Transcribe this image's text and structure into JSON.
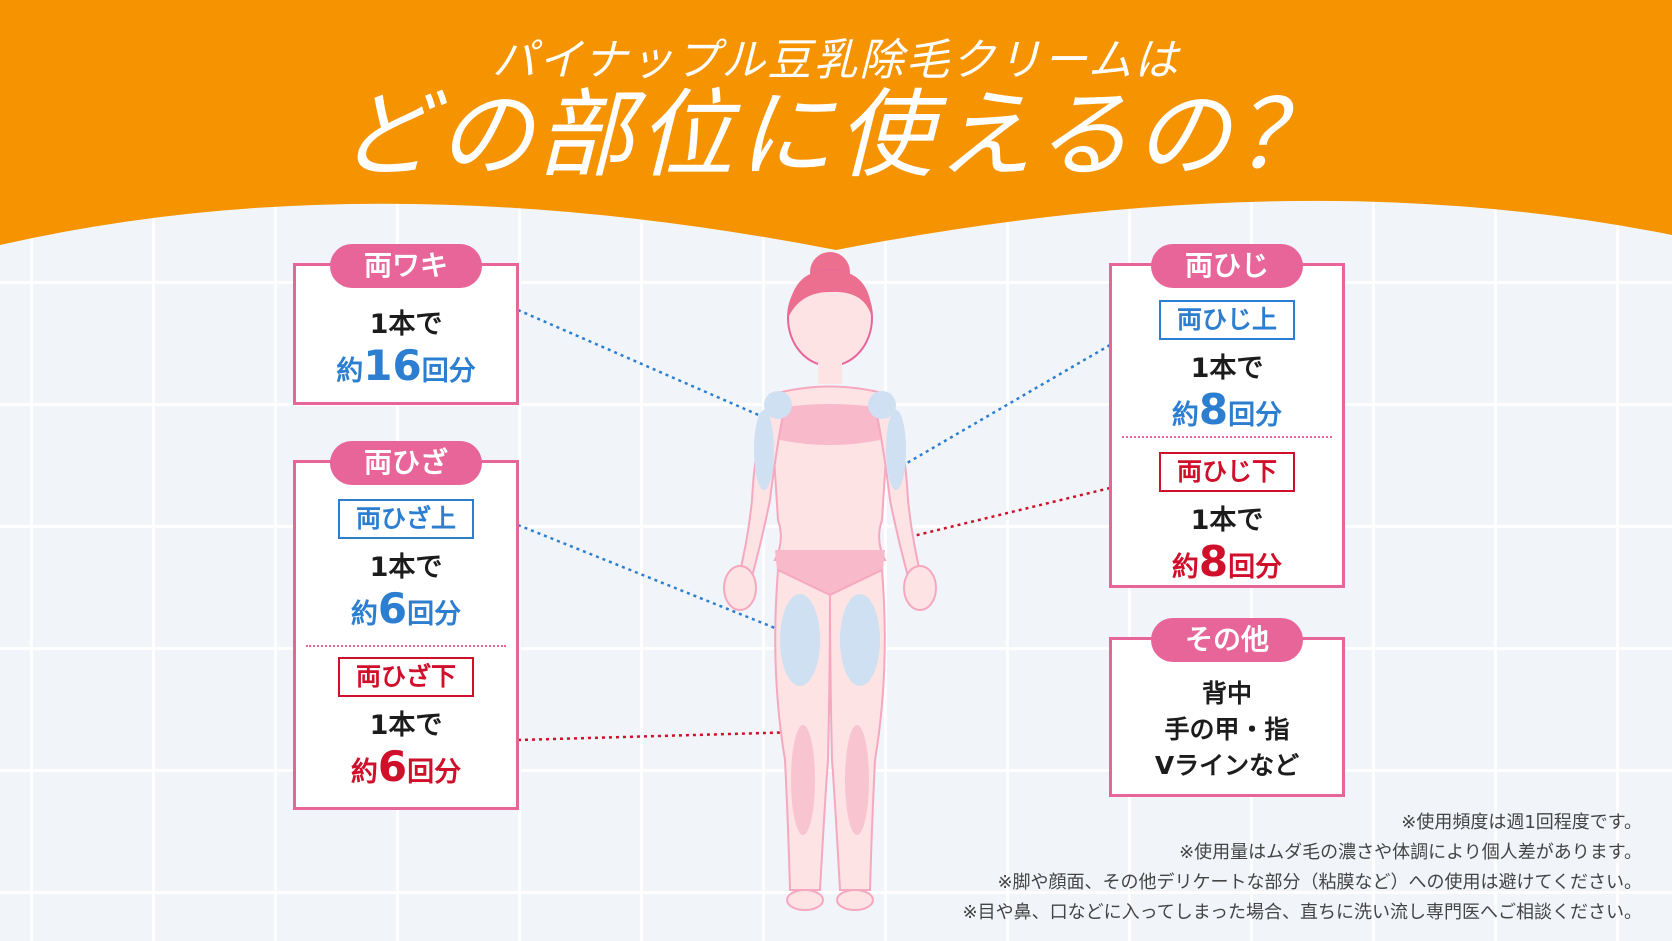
{
  "title": {
    "subtitle": "パイナップル豆乳除毛クリームは",
    "main": "どの部位に使えるの？"
  },
  "cards": {
    "armpit": {
      "tag": "両ワキ",
      "line1": "1本で",
      "prefix": "約",
      "number": "16",
      "suffix": "回分"
    },
    "knee": {
      "tag": "両ひざ",
      "upper": {
        "label": "両ひざ上",
        "line1": "1本で",
        "prefix": "約",
        "number": "6",
        "suffix": "回分"
      },
      "lower": {
        "label": "両ひざ下",
        "line1": "1本で",
        "prefix": "約",
        "number": "6",
        "suffix": "回分"
      }
    },
    "elbow": {
      "tag": "両ひじ",
      "upper": {
        "label": "両ひじ上",
        "line1": "1本で",
        "prefix": "約",
        "number": "8",
        "suffix": "回分"
      },
      "lower": {
        "label": "両ひじ下",
        "line1": "1本で",
        "prefix": "約",
        "number": "8",
        "suffix": "回分"
      }
    },
    "other": {
      "tag": "その他",
      "items": [
        "背中",
        "手の甲・指",
        "Vラインなど"
      ]
    }
  },
  "notes": [
    "※使用頻度は週1回程度です。",
    "※使用量はムダ毛の濃さや体調により個人差があります。",
    "※脚や顔面、その他デリケートな部分（粘膜など）への使用は避けてください。",
    "※目や鼻、口などに入ってしまった場合、直ちに洗い流し専門医へご相談ください。"
  ],
  "colors": {
    "orange": "#f59300",
    "pink": "#e8659a",
    "blue": "#2c7fd0",
    "red": "#d0102a"
  }
}
